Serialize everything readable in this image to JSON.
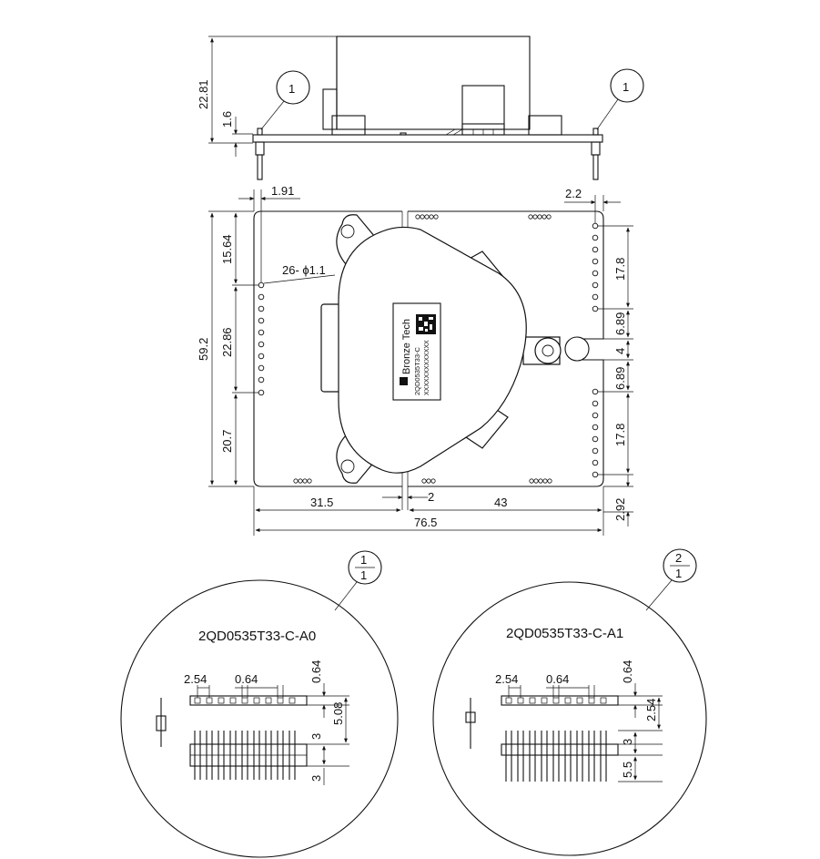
{
  "top_view": {
    "dim_height": "22.81",
    "dim_pcb": "1.6",
    "callout_left": "1",
    "callout_right": "1"
  },
  "plan_view": {
    "dim_1_91": "1.91",
    "dim_2_2": "2.2",
    "dim_15_64": "15.64",
    "dim_59_2": "59.2",
    "dim_22_86": "22.86",
    "dim_20_7": "20.7",
    "dim_17_8_top": "17.8",
    "dim_6_89_top": "6.89",
    "dim_4": "4",
    "dim_6_89_bottom": "6.89",
    "dim_17_8_bottom": "17.8",
    "hole_note": "26- ϕ1.1",
    "dim_31_5": "31.5",
    "dim_2": "2",
    "dim_43": "43",
    "dim_76_5": "76.5",
    "dim_2_92": "2.92",
    "label": {
      "brand": "Bronze Tech",
      "model": "2QD0535T33-C",
      "serial": "XXXXXXXXXXXXX"
    }
  },
  "detail_a0": {
    "callout_num": "1",
    "callout_den": "1",
    "title": "2QD0535T33-C-A0",
    "dim_pitch": "2.54",
    "dim_pin": "0.64",
    "dim_pin_v": "0.64",
    "dim_total": "5.08",
    "dim_upper": "3",
    "dim_lower": "3"
  },
  "detail_a1": {
    "callout_num": "2",
    "callout_den": "1",
    "title": "2QD0535T33-C-A1",
    "dim_pitch": "2.54",
    "dim_pin": "0.64",
    "dim_pin_v": "0.64",
    "dim_total": "2.54",
    "dim_upper": "3",
    "dim_lower": "5.5"
  }
}
